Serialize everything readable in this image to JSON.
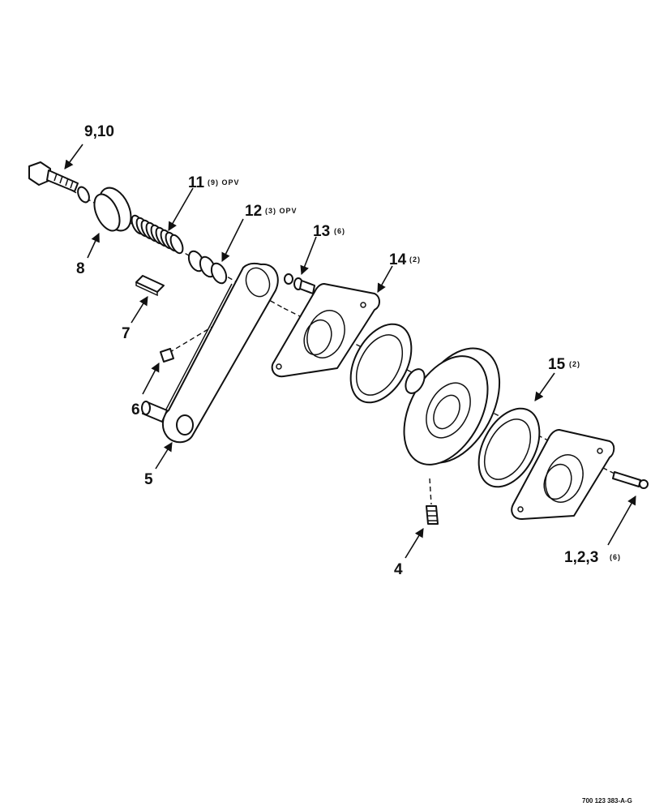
{
  "callouts": [
    {
      "id": "9-10",
      "number": "9,10",
      "qty": ""
    },
    {
      "id": "11",
      "number": "11",
      "qty": "(9) OPV"
    },
    {
      "id": "12",
      "number": "12",
      "qty": "(3) OPV"
    },
    {
      "id": "13",
      "number": "13",
      "qty": "(6)"
    },
    {
      "id": "14",
      "number": "14",
      "qty": "(2)"
    },
    {
      "id": "8",
      "number": "8",
      "qty": ""
    },
    {
      "id": "7",
      "number": "7",
      "qty": ""
    },
    {
      "id": "6",
      "number": "6",
      "qty": ""
    },
    {
      "id": "5",
      "number": "5",
      "qty": ""
    },
    {
      "id": "15",
      "number": "15",
      "qty": "(2)"
    },
    {
      "id": "4",
      "number": "4",
      "qty": ""
    },
    {
      "id": "1-2-3",
      "number": "1,2,3",
      "qty": "(6)"
    }
  ],
  "figure_ref": "700 123 383-A-G"
}
